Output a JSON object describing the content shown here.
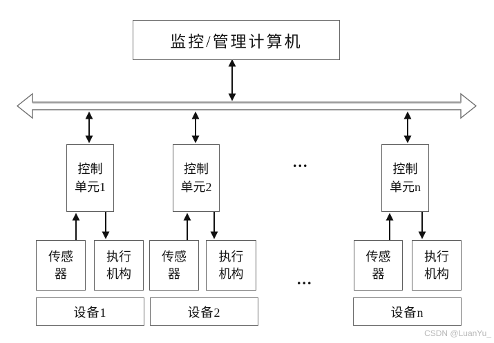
{
  "diagram": {
    "computer_label": "监控/管理计算机",
    "ellipsis_top": "...",
    "ellipsis_bottom": "...",
    "groups": [
      {
        "control_line1": "控制",
        "control_line2": "单元1",
        "sensor_line1": "传感",
        "sensor_line2": "器",
        "actuator_line1": "执行",
        "actuator_line2": "机构",
        "device_label": "设备1"
      },
      {
        "control_line1": "控制",
        "control_line2": "单元2",
        "sensor_line1": "传感",
        "sensor_line2": "器",
        "actuator_line1": "执行",
        "actuator_line2": "机构",
        "device_label": "设备2"
      },
      {
        "control_line1": "控制",
        "control_line2": "单元n",
        "sensor_line1": "传感",
        "sensor_line2": "器",
        "actuator_line1": "执行",
        "actuator_line2": "机构",
        "device_label": "设备n"
      }
    ],
    "watermark": "CSDN @LuanYu_",
    "colors": {
      "arrow_black": "#111111",
      "box_border": "#5f5f5f",
      "bus_outline": "#6e6e6e",
      "bus_top_shadow": "#9c9c9c",
      "watermark_gray": "#b7b7b7",
      "background": "#ffffff"
    }
  }
}
